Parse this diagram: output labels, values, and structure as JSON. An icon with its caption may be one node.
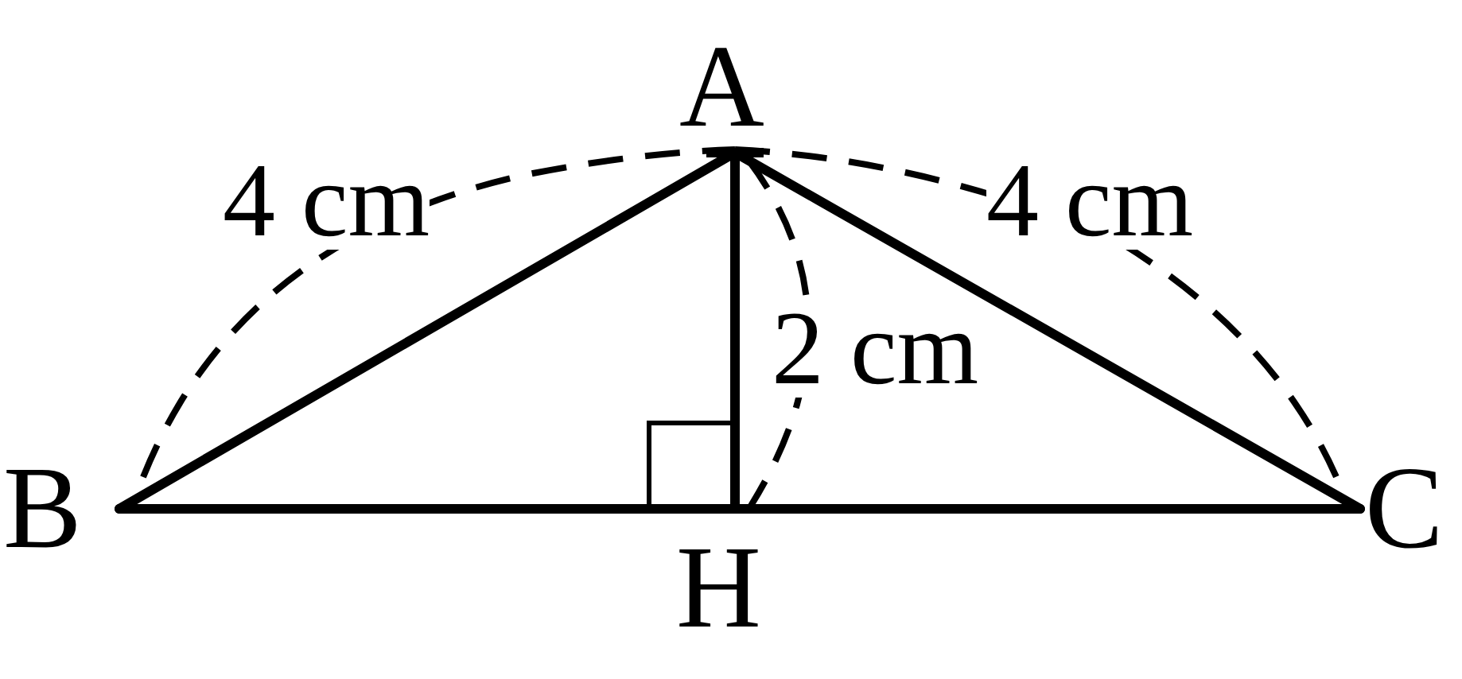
{
  "diagram": {
    "nodes": [
      {
        "text": [
          "A"
        ]
      },
      {
        "text": [
          "B"
        ]
      },
      {
        "text": [
          "H"
        ]
      },
      {
        "text": [
          "C"
        ]
      }
    ],
    "edges": [
      {
        "from": 0,
        "to": 1,
        "arrow": "none"
      },
      {
        "from": 0,
        "to": 3,
        "arrow": "none"
      },
      {
        "from": 1,
        "to": 2,
        "arrow": "none"
      },
      {
        "from": 2,
        "to": 3,
        "arrow": "none"
      },
      {
        "from": 0,
        "to": 2,
        "arrow": "none"
      }
    ],
    "labels": [
      "4 cm",
      "4 cm",
      "2 cm"
    ]
  }
}
